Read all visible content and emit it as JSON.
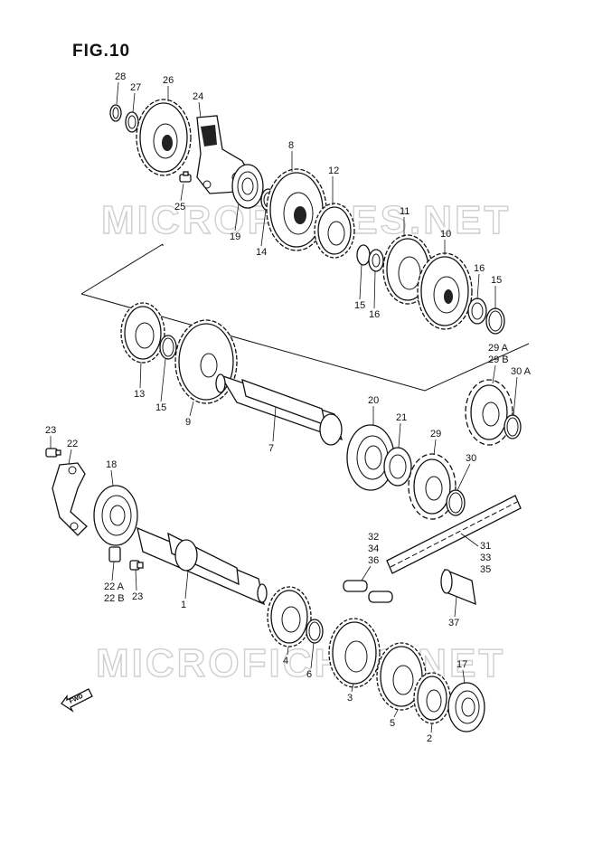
{
  "figure": {
    "title": "FIG.10",
    "watermark": "MICROFICHES.NET",
    "fwd_label": "FWD"
  },
  "callouts": [
    {
      "id": "c28",
      "label": "28"
    },
    {
      "id": "c27",
      "label": "27"
    },
    {
      "id": "c26",
      "label": "26"
    },
    {
      "id": "c24",
      "label": "24"
    },
    {
      "id": "c25",
      "label": "25"
    },
    {
      "id": "c19",
      "label": "19"
    },
    {
      "id": "c14",
      "label": "14"
    },
    {
      "id": "c8",
      "label": "8"
    },
    {
      "id": "c12",
      "label": "12"
    },
    {
      "id": "c11",
      "label": "11"
    },
    {
      "id": "c10",
      "label": "10"
    },
    {
      "id": "c16a",
      "label": "16"
    },
    {
      "id": "c15a",
      "label": "15"
    },
    {
      "id": "c15b",
      "label": "15"
    },
    {
      "id": "c16b",
      "label": "16"
    },
    {
      "id": "c29a",
      "label": "29 A"
    },
    {
      "id": "c29b",
      "label": "29 B"
    },
    {
      "id": "c30a",
      "label": "30 A"
    },
    {
      "id": "c13",
      "label": "13"
    },
    {
      "id": "c15c",
      "label": "15"
    },
    {
      "id": "c9",
      "label": "9"
    },
    {
      "id": "c7",
      "label": "7"
    },
    {
      "id": "c20",
      "label": "20"
    },
    {
      "id": "c21",
      "label": "21"
    },
    {
      "id": "c29",
      "label": "29"
    },
    {
      "id": "c30",
      "label": "30"
    },
    {
      "id": "c23a",
      "label": "23"
    },
    {
      "id": "c22",
      "label": "22"
    },
    {
      "id": "c18",
      "label": "18"
    },
    {
      "id": "c32",
      "label": "32"
    },
    {
      "id": "c34",
      "label": "34"
    },
    {
      "id": "c36",
      "label": "36"
    },
    {
      "id": "c31",
      "label": "31"
    },
    {
      "id": "c33",
      "label": "33"
    },
    {
      "id": "c35",
      "label": "35"
    },
    {
      "id": "c22a",
      "label": "22 A"
    },
    {
      "id": "c22b",
      "label": "22 B"
    },
    {
      "id": "c23b",
      "label": "23"
    },
    {
      "id": "c1",
      "label": "1"
    },
    {
      "id": "c37",
      "label": "37"
    },
    {
      "id": "c4",
      "label": "4"
    },
    {
      "id": "c6",
      "label": "6"
    },
    {
      "id": "c3",
      "label": "3"
    },
    {
      "id": "c5",
      "label": "5"
    },
    {
      "id": "c17",
      "label": "17"
    },
    {
      "id": "c2",
      "label": "2"
    }
  ]
}
